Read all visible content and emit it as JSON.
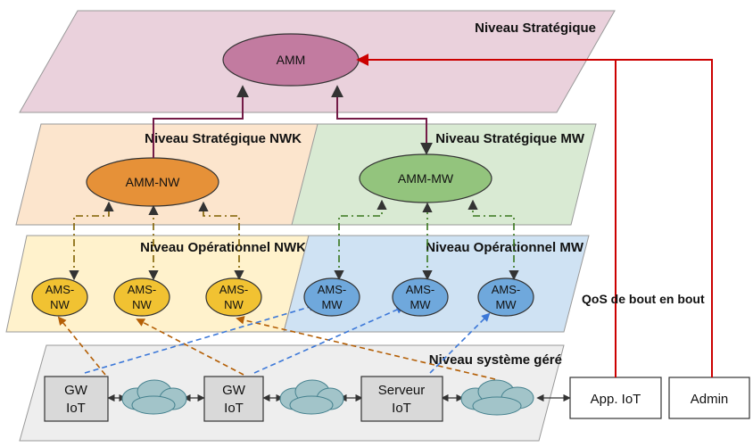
{
  "levels": {
    "strategic": "Niveau Stratégique",
    "strategic_nwk": "Niveau Stratégique NWK",
    "strategic_mw": "Niveau Stratégique MW",
    "operational_nwk": "Niveau Opérationnel NWK",
    "operational_mw": "Niveau Opérationnel MW",
    "managed": "Niveau système géré"
  },
  "managers": {
    "amm": "AMM",
    "amm_nw": "AMM-NW",
    "amm_mw": "AMM-MW"
  },
  "ams_nw": [
    {
      "line1": "AMS-",
      "line2": "NW"
    },
    {
      "line1": "AMS-",
      "line2": "NW"
    },
    {
      "line1": "AMS-",
      "line2": "NW"
    }
  ],
  "ams_mw": [
    {
      "line1": "AMS-",
      "line2": "MW"
    },
    {
      "line1": "AMS-",
      "line2": "MW"
    },
    {
      "line1": "AMS-",
      "line2": "MW"
    }
  ],
  "devices": [
    {
      "line1": "GW",
      "line2": "IoT"
    },
    {
      "line1": "GW",
      "line2": "IoT"
    },
    {
      "line1": "Serveur",
      "line2": "IoT"
    }
  ],
  "external": {
    "app": "App. IoT",
    "admin": "Admin"
  },
  "qos_label": "QoS de bout en bout",
  "colors": {
    "strategic_fill": "#ead1dc",
    "amm_fill": "#c27ba0",
    "nwk_strategic_fill": "#fce5cd",
    "amm_nw_fill": "#e69138",
    "mw_strategic_fill": "#d9ead3",
    "amm_mw_fill": "#93c47d",
    "nwk_operational_fill": "#fff2cc",
    "ams_nw_fill": "#f1c232",
    "mw_operational_fill": "#cfe2f3",
    "ams_mw_fill": "#6fa8dc",
    "managed_fill": "#eeeeee",
    "device_fill": "#d9d9d9",
    "cloud_fill": "#a2c4c9",
    "qos_red": "#cc0000",
    "link_purple": "#741b47",
    "link_green": "#38761d",
    "link_brown": "#7f6000",
    "dash_orange": "#b45f06",
    "dash_blue": "#3c78d8"
  }
}
